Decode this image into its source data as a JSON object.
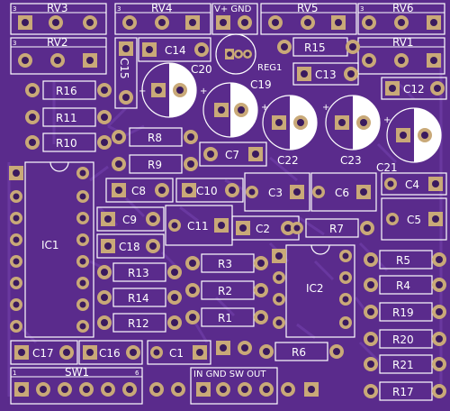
{
  "board": {
    "background": "#5a2b8c",
    "trace_color": "#6b3aa3",
    "silk_color": "#ffffff",
    "pad_color": "#c9a978",
    "hole_color": "#3a1a5e"
  },
  "labels": {
    "RV3": "RV3",
    "RV4": "RV4",
    "VGND": "V+ GND",
    "RV5": "RV5",
    "RV6": "RV6",
    "RV2": "RV2",
    "RV1": "RV1",
    "C14": "C14",
    "C15": "C15",
    "C20": "C20",
    "REG1": "REG1",
    "R15": "R15",
    "C13": "C13",
    "C19": "C19",
    "C12": "C12",
    "R16": "R16",
    "R11": "R11",
    "R10": "R10",
    "R8": "R8",
    "R9": "R9",
    "C7": "C7",
    "C22": "C22",
    "C23": "C23",
    "C21": "C21",
    "C8": "C8",
    "C10": "C10",
    "C3": "C3",
    "C6": "C6",
    "C4": "C4",
    "C9": "C9",
    "C11": "C11",
    "C2": "C2",
    "R7": "R7",
    "C5": "C5",
    "IC1": "IC1",
    "C18": "C18",
    "R3": "R3",
    "R5": "R5",
    "R13": "R13",
    "R2": "R2",
    "IC2": "IC2",
    "R4": "R4",
    "R14": "R14",
    "R19": "R19",
    "R12": "R12",
    "R1": "R1",
    "R20": "R20",
    "C17": "C17",
    "C16": "C16",
    "C1": "C1",
    "R6": "R6",
    "R21": "R21",
    "SW1": "SW1",
    "INGNDSWOUT": "IN GND SW OUT",
    "R17": "R17",
    "SW1_pin1": "1",
    "SW1_pin6": "6"
  }
}
